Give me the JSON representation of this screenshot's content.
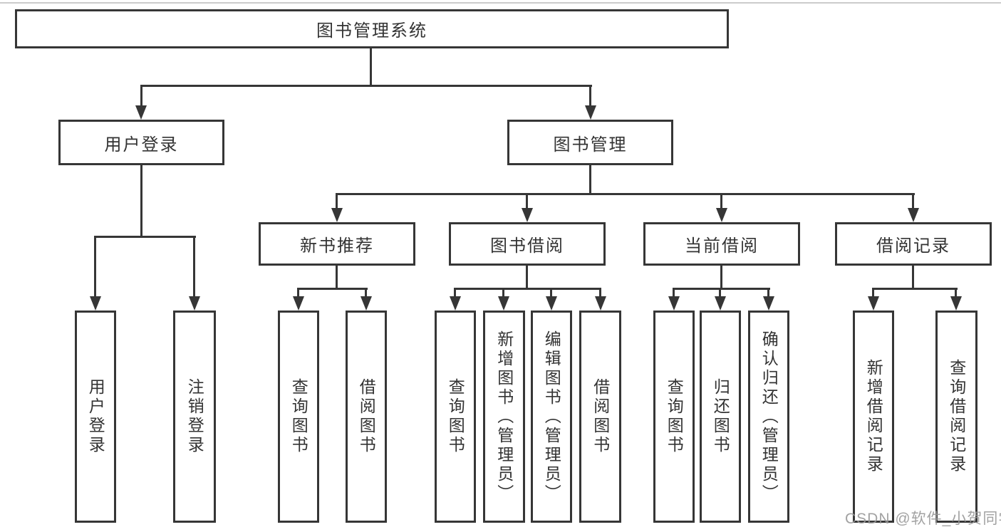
{
  "diagram": {
    "type": "tree",
    "title": "图书管理系统",
    "colors": {
      "line": "#363636",
      "box_border": "#363636",
      "text": "#333333",
      "background": "#ffffff",
      "watermark": "#989898",
      "top_rule": "#cccccc"
    },
    "nodes": {
      "root": {
        "label": "图书管理系统"
      },
      "user_login": {
        "label": "用户登录"
      },
      "book_mgmt": {
        "label": "图书管理"
      },
      "new_book_rec": {
        "label": "新书推荐"
      },
      "book_borrow": {
        "label": "图书借阅"
      },
      "current_borrow": {
        "label": "当前借阅"
      },
      "borrow_records": {
        "label": "借阅记录"
      },
      "leaf_user_login": {
        "label": "用户登录"
      },
      "leaf_logout": {
        "label": "注销登录"
      },
      "leaf_nbr_query": {
        "label": "查询图书"
      },
      "leaf_nbr_borrow": {
        "label": "借阅图书"
      },
      "leaf_bb_query": {
        "label": "查询图书"
      },
      "leaf_bb_add": {
        "label": "新增图书（管理员）"
      },
      "leaf_bb_edit": {
        "label": "编辑图书（管理员）"
      },
      "leaf_bb_borrow": {
        "label": "借阅图书"
      },
      "leaf_cb_query": {
        "label": "查询图书"
      },
      "leaf_cb_return": {
        "label": "归还图书"
      },
      "leaf_cb_confirm": {
        "label": "确认归还（管理员）"
      },
      "leaf_br_add": {
        "label": "新增借阅记录"
      },
      "leaf_br_query": {
        "label": "查询借阅记录"
      }
    },
    "hierarchy": {
      "图书管理系统": {
        "用户登录": [
          "用户登录",
          "注销登录"
        ],
        "图书管理": {
          "新书推荐": [
            "查询图书",
            "借阅图书"
          ],
          "图书借阅": [
            "查询图书",
            "新增图书（管理员）",
            "编辑图书（管理员）",
            "借阅图书"
          ],
          "当前借阅": [
            "查询图书",
            "归还图书",
            "确认归还（管理员）"
          ],
          "借阅记录": [
            "新增借阅记录",
            "查询借阅记录"
          ]
        }
      }
    }
  },
  "watermark": {
    "text": "CSDN @软件_小贺同学"
  }
}
